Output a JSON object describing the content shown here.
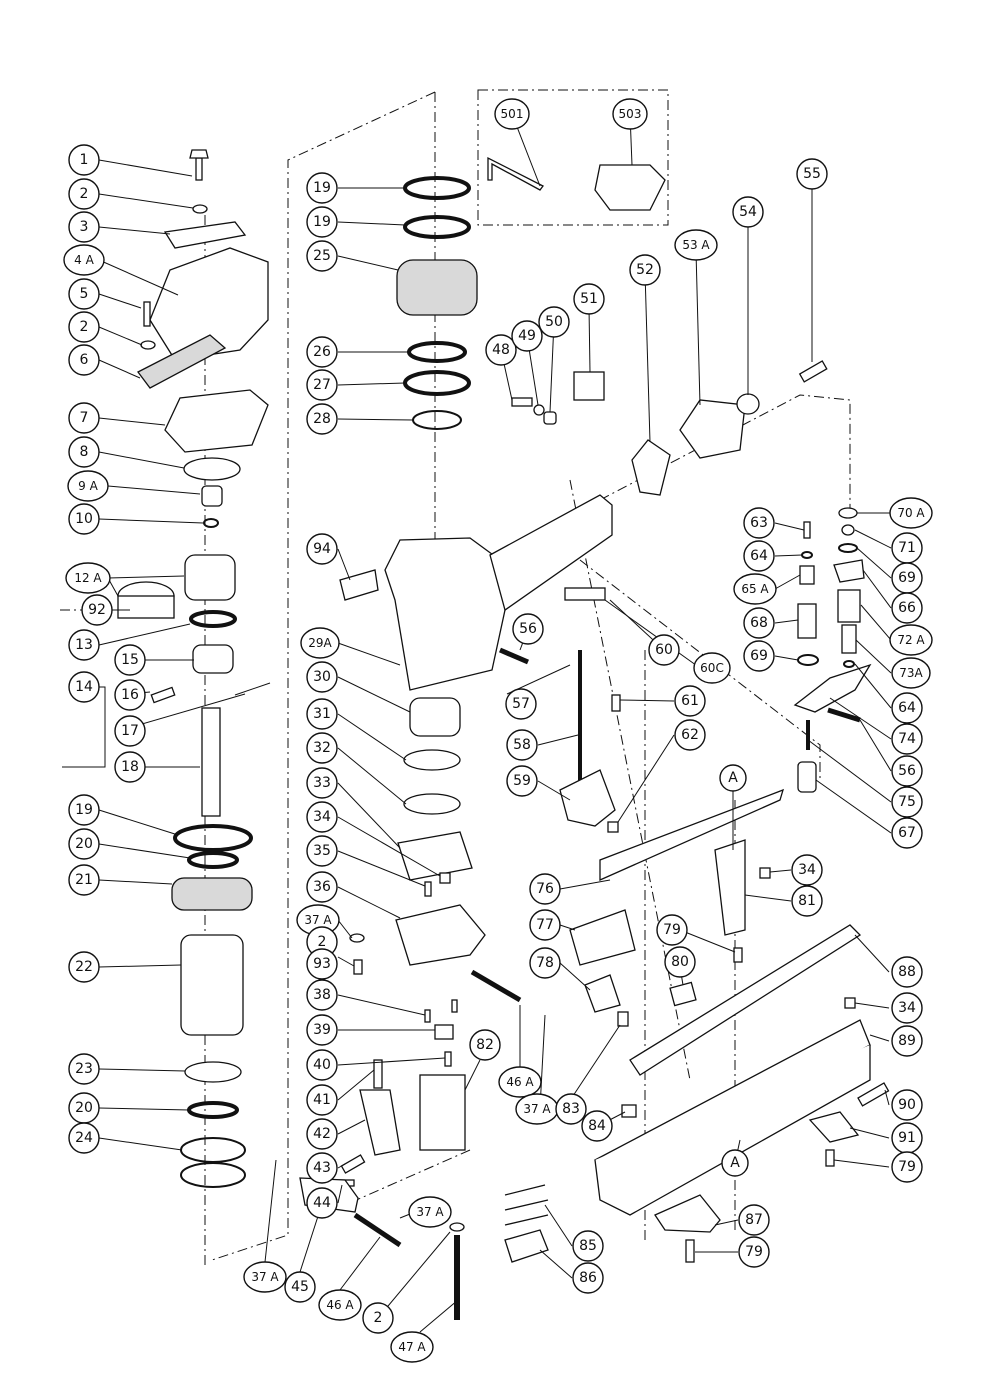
{
  "callouts": [
    {
      "id": "c1",
      "label": "1"
    },
    {
      "id": "c2a",
      "label": "2"
    },
    {
      "id": "c3",
      "label": "3"
    },
    {
      "id": "c4a",
      "label": "4 A"
    },
    {
      "id": "c5",
      "label": "5"
    },
    {
      "id": "c2b",
      "label": "2"
    },
    {
      "id": "c6",
      "label": "6"
    },
    {
      "id": "c7",
      "label": "7"
    },
    {
      "id": "c8",
      "label": "8"
    },
    {
      "id": "c9a",
      "label": "9 A"
    },
    {
      "id": "c10",
      "label": "10"
    },
    {
      "id": "c12a",
      "label": "12 A"
    },
    {
      "id": "c92",
      "label": "92"
    },
    {
      "id": "c13",
      "label": "13"
    },
    {
      "id": "c14",
      "label": "14"
    },
    {
      "id": "c15",
      "label": "15"
    },
    {
      "id": "c16",
      "label": "16"
    },
    {
      "id": "c17",
      "label": "17"
    },
    {
      "id": "c18",
      "label": "18"
    },
    {
      "id": "c19c",
      "label": "19"
    },
    {
      "id": "c20a",
      "label": "20"
    },
    {
      "id": "c21",
      "label": "21"
    },
    {
      "id": "c22",
      "label": "22"
    },
    {
      "id": "c23",
      "label": "23"
    },
    {
      "id": "c20b",
      "label": "20"
    },
    {
      "id": "c24",
      "label": "24"
    },
    {
      "id": "c19a",
      "label": "19"
    },
    {
      "id": "c19b",
      "label": "19"
    },
    {
      "id": "c25",
      "label": "25"
    },
    {
      "id": "c26",
      "label": "26"
    },
    {
      "id": "c27",
      "label": "27"
    },
    {
      "id": "c28",
      "label": "28"
    },
    {
      "id": "c94",
      "label": "94"
    },
    {
      "id": "c29a",
      "label": "29A"
    },
    {
      "id": "c30",
      "label": "30"
    },
    {
      "id": "c31",
      "label": "31"
    },
    {
      "id": "c32",
      "label": "32"
    },
    {
      "id": "c33",
      "label": "33"
    },
    {
      "id": "c34a",
      "label": "34"
    },
    {
      "id": "c35",
      "label": "35"
    },
    {
      "id": "c36",
      "label": "36"
    },
    {
      "id": "c37a1",
      "label": "37 A"
    },
    {
      "id": "c2c",
      "label": "2"
    },
    {
      "id": "c93",
      "label": "93"
    },
    {
      "id": "c38",
      "label": "38"
    },
    {
      "id": "c39",
      "label": "39"
    },
    {
      "id": "c40",
      "label": "40"
    },
    {
      "id": "c41",
      "label": "41"
    },
    {
      "id": "c42",
      "label": "42"
    },
    {
      "id": "c43",
      "label": "43"
    },
    {
      "id": "c44",
      "label": "44"
    },
    {
      "id": "c45",
      "label": "45"
    },
    {
      "id": "c37a2",
      "label": "37 A"
    },
    {
      "id": "c46a1",
      "label": "46 A"
    },
    {
      "id": "c37a3",
      "label": "37 A"
    },
    {
      "id": "c2d",
      "label": "2"
    },
    {
      "id": "c47a",
      "label": "47 A"
    },
    {
      "id": "c82",
      "label": "82"
    },
    {
      "id": "c46a2",
      "label": "46 A"
    },
    {
      "id": "c37a4",
      "label": "37 A"
    },
    {
      "id": "c83",
      "label": "83"
    },
    {
      "id": "c84",
      "label": "84"
    },
    {
      "id": "c85",
      "label": "85"
    },
    {
      "id": "c86",
      "label": "86"
    },
    {
      "id": "c501",
      "label": "501"
    },
    {
      "id": "c503",
      "label": "503"
    },
    {
      "id": "c48",
      "label": "48"
    },
    {
      "id": "c49",
      "label": "49"
    },
    {
      "id": "c50",
      "label": "50"
    },
    {
      "id": "c51",
      "label": "51"
    },
    {
      "id": "c52",
      "label": "52"
    },
    {
      "id": "c53a",
      "label": "53 A"
    },
    {
      "id": "c54",
      "label": "54"
    },
    {
      "id": "c55",
      "label": "55"
    },
    {
      "id": "c56a",
      "label": "56"
    },
    {
      "id": "c57",
      "label": "57"
    },
    {
      "id": "c58",
      "label": "58"
    },
    {
      "id": "c59",
      "label": "59"
    },
    {
      "id": "c60",
      "label": "60"
    },
    {
      "id": "c60c",
      "label": "60C"
    },
    {
      "id": "c61",
      "label": "61"
    },
    {
      "id": "c62",
      "label": "62"
    },
    {
      "id": "c63",
      "label": "63"
    },
    {
      "id": "c64a",
      "label": "64"
    },
    {
      "id": "c65a",
      "label": "65 A"
    },
    {
      "id": "c68",
      "label": "68"
    },
    {
      "id": "c69a",
      "label": "69"
    },
    {
      "id": "c70a",
      "label": "70 A"
    },
    {
      "id": "c71",
      "label": "71"
    },
    {
      "id": "c69b",
      "label": "69"
    },
    {
      "id": "c66",
      "label": "66"
    },
    {
      "id": "c72a",
      "label": "72 A"
    },
    {
      "id": "c73a",
      "label": "73A"
    },
    {
      "id": "c64b",
      "label": "64"
    },
    {
      "id": "c74",
      "label": "74"
    },
    {
      "id": "c56b",
      "label": "56"
    },
    {
      "id": "c75",
      "label": "75"
    },
    {
      "id": "c67",
      "label": "67"
    },
    {
      "id": "cA1",
      "label": "A"
    },
    {
      "id": "c34b",
      "label": "34"
    },
    {
      "id": "c76",
      "label": "76"
    },
    {
      "id": "c81",
      "label": "81"
    },
    {
      "id": "c77",
      "label": "77"
    },
    {
      "id": "c79a",
      "label": "79"
    },
    {
      "id": "c88",
      "label": "88"
    },
    {
      "id": "c78",
      "label": "78"
    },
    {
      "id": "c80",
      "label": "80"
    },
    {
      "id": "c34c",
      "label": "34"
    },
    {
      "id": "c89",
      "label": "89"
    },
    {
      "id": "c90",
      "label": "90"
    },
    {
      "id": "c91",
      "label": "91"
    },
    {
      "id": "cA2",
      "label": "A"
    },
    {
      "id": "c79b",
      "label": "79"
    },
    {
      "id": "c87",
      "label": "87"
    },
    {
      "id": "c79c",
      "label": "79"
    }
  ]
}
